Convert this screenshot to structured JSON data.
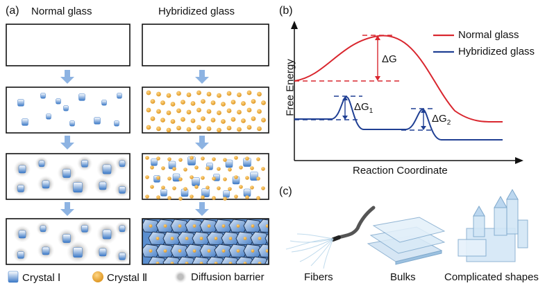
{
  "panel_a": {
    "tag": "(a)",
    "normal_title": "Normal glass",
    "hybrid_title": "Hybridized glass"
  },
  "legend": {
    "crystal1": "Crystal Ⅰ",
    "crystal2": "Crystal Ⅱ",
    "barrier": "Diffusion barrier"
  },
  "panel_b": {
    "tag": "(b)",
    "ylabel": "Free Energy",
    "xlabel": "Reaction Coordinate",
    "series_normal": "Normal glass",
    "series_hybrid": "Hybridized glass",
    "dG": "ΔG",
    "dG1_base": "ΔG",
    "dG1_sub": "1",
    "dG2_base": "ΔG",
    "dG2_sub": "2",
    "colors": {
      "normal": "#d9262e",
      "hybrid": "#1f3f93"
    }
  },
  "panel_c": {
    "tag": "(c)",
    "fibers": "Fibers",
    "bulks": "Bulks",
    "shapes": "Complicated shapes"
  },
  "colors": {
    "crystal_blue": "#3f7fc8",
    "crystal_gold": "#e8a93a",
    "arrow_blue": "#8db3e2",
    "barrier_gray": "#c8c8c8"
  }
}
